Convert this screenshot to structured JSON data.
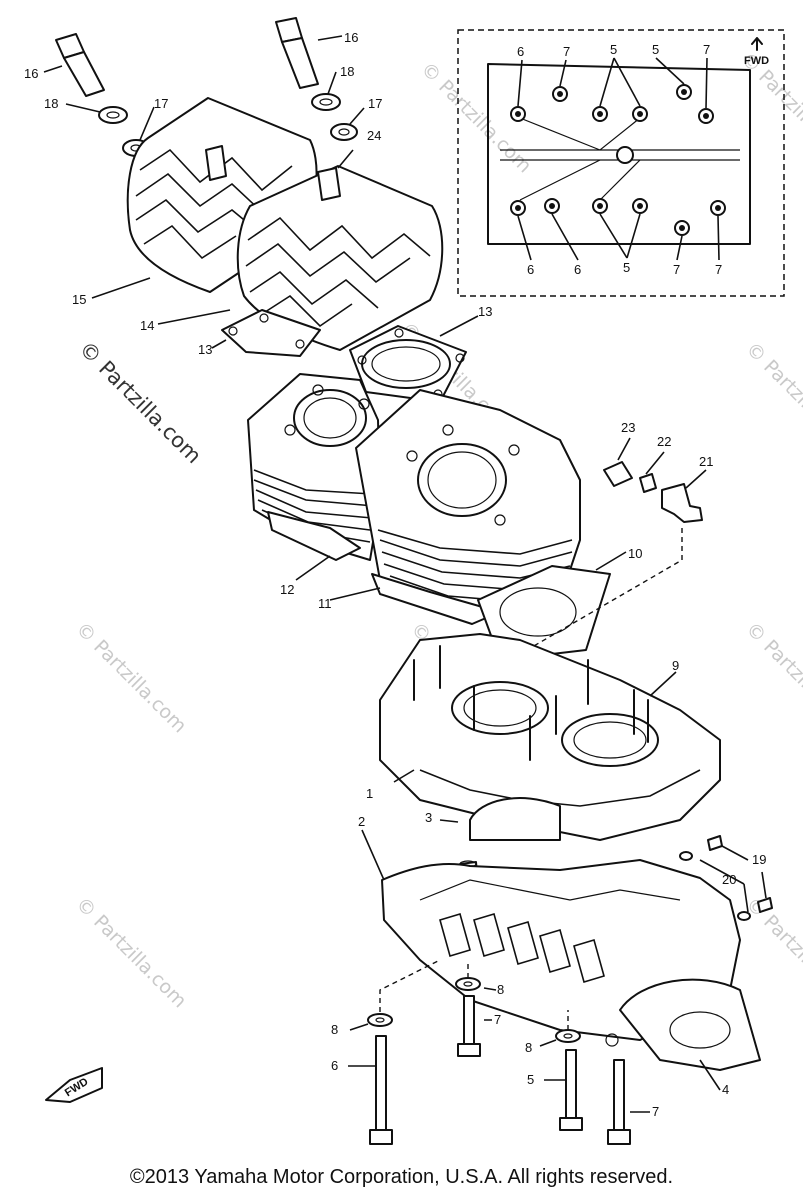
{
  "watermark_text": "© Partzilla.com",
  "fwd_label": "FWD",
  "callouts": {
    "c1": "1",
    "c2": "2",
    "c3": "3",
    "c4": "4",
    "c5a": "5",
    "c6a": "6",
    "c7a": "7",
    "c7b": "7",
    "c8a": "8",
    "c8b": "8",
    "c8c": "8",
    "c9": "9",
    "c10": "10",
    "c11": "11",
    "c12": "12",
    "c13a": "13",
    "c13b": "13",
    "c14": "14",
    "c15": "15",
    "c16a": "16",
    "c16b": "16",
    "c17a": "17",
    "c17b": "17",
    "c18a": "18",
    "c18b": "18",
    "c19": "19",
    "c20": "20",
    "c21": "21",
    "c22": "22",
    "c23": "23",
    "c24": "24",
    "i6a": "6",
    "i7a": "7",
    "i5a": "5",
    "i5b": "5",
    "i7b": "7",
    "i6b": "6",
    "i6c": "6",
    "i5c": "5",
    "i7c": "7",
    "i7d": "7"
  },
  "copyright": "©2013 Yamaha Motor Corporation, U.S.A. All rights reserved."
}
